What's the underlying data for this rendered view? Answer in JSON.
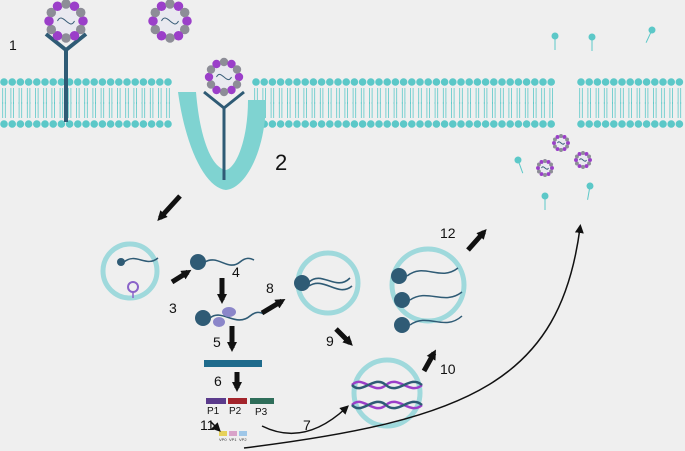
{
  "steps": {
    "s1": "1",
    "s2": "2",
    "s3": "3",
    "s4": "4",
    "s5": "5",
    "s6": "6",
    "s7": "7",
    "s8": "8",
    "s9": "9",
    "s10": "10",
    "s11": "11",
    "s12": "12"
  },
  "proteins": {
    "p1": "P1",
    "p2": "P2",
    "p3": "P3"
  },
  "capsid_proteins": {
    "vp0": "VP0",
    "vp1": "VP1",
    "vp2": "VP2"
  },
  "colors": {
    "background": "#efefef",
    "membrane": "#5cc8c8",
    "receptor": "#2f5b75",
    "vesicle": "#9fd9dc",
    "rna": "#2f5b75",
    "p1": "#5b3b8c",
    "p2": "#a3242b",
    "p3": "#2f6e5a",
    "virion_purple": "#9b3fc9",
    "virion_gray": "#8d8d97"
  }
}
